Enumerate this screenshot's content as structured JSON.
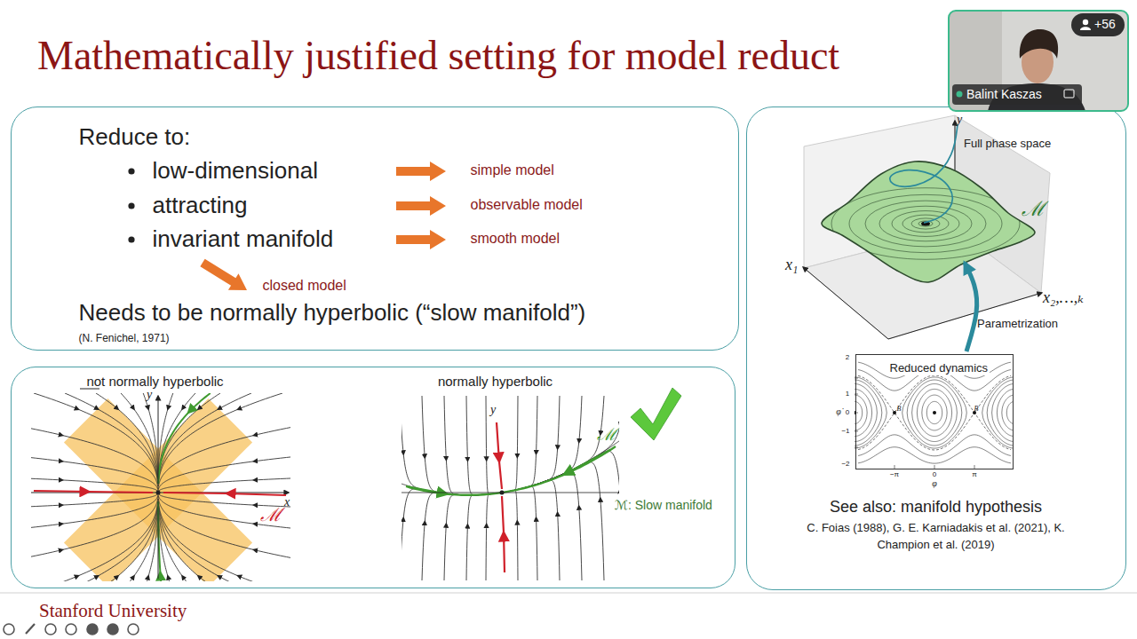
{
  "diagram": {
    "title": "Mathematically justified setting for model reduct",
    "nodes": [
      {
        "text": [
          "Reduce to:",
          "low-dimensional",
          "attracting",
          "invariant manifold",
          "simple model",
          "observable model",
          "smooth model",
          "closed model",
          "Needs to be normally hyperbolic (“slow manifold”)",
          "(N. Fenichel, 1971)"
        ]
      },
      {
        "text": [
          "not normally hyperbolic",
          "normally hyperbolic"
        ]
      },
      {
        "text": [
          "See also: manifold hypothesis",
          "C. Foias (1988), G. E. Karniadakis et al. (2021), K. Champion et al. (2019)"
        ]
      },
      {
        "text": [
          "Reduced dynamics"
        ],
        "in": 2
      }
    ],
    "labels": [
      "Balint Kaszas",
      "+56",
      "y",
      "x",
      "ℳ",
      "y",
      "ℳ",
      "ℳ: Slow manifold",
      "y",
      "Full phase space",
      "ℳ",
      "x₁",
      "x₂,…,ₖ",
      "Parametrization",
      "2",
      "1",
      "0",
      "−1",
      "−2",
      "φ̇",
      "−π",
      "0",
      "π",
      "φ",
      "B",
      "B",
      "Stanford University"
    ]
  }
}
